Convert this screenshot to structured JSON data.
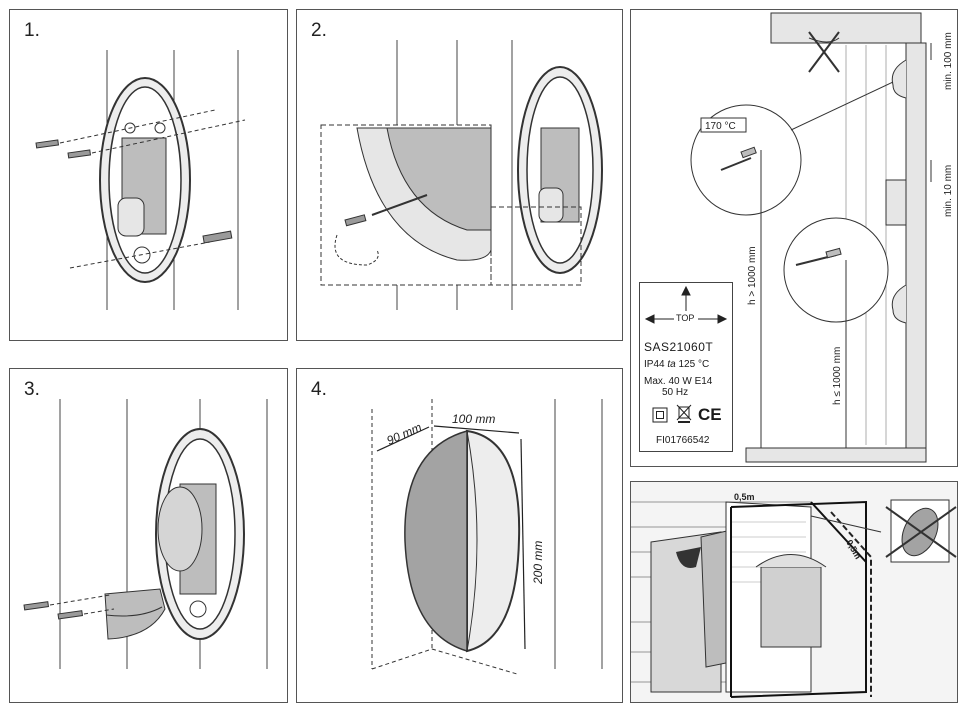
{
  "steps": {
    "s1": "1.",
    "s2": "2.",
    "s3": "3.",
    "s4": "4."
  },
  "dimensions": {
    "depth": "90 mm",
    "width": "100 mm",
    "height": "200 mm"
  },
  "clearances": {
    "ceiling": "min. 100 mm",
    "side": "min. 10 mm",
    "temperature": "170 °C",
    "h_above": "h > 1000 mm",
    "h_below": "h ≤ 1000 mm",
    "heater_a": "0,5m",
    "heater_b": "0,5m"
  },
  "rating_label": {
    "top": "TOP",
    "model": "SAS21060T",
    "ip": "IP44",
    "ta": "ta",
    "temp": "125 °C",
    "max": "Max. 40 W  E14",
    "hz": "50 Hz",
    "ce": "CE",
    "code": "FI01766542"
  },
  "colors": {
    "line": "#333333",
    "shade": "#bdbdbd",
    "light": "#e6e6e6"
  }
}
